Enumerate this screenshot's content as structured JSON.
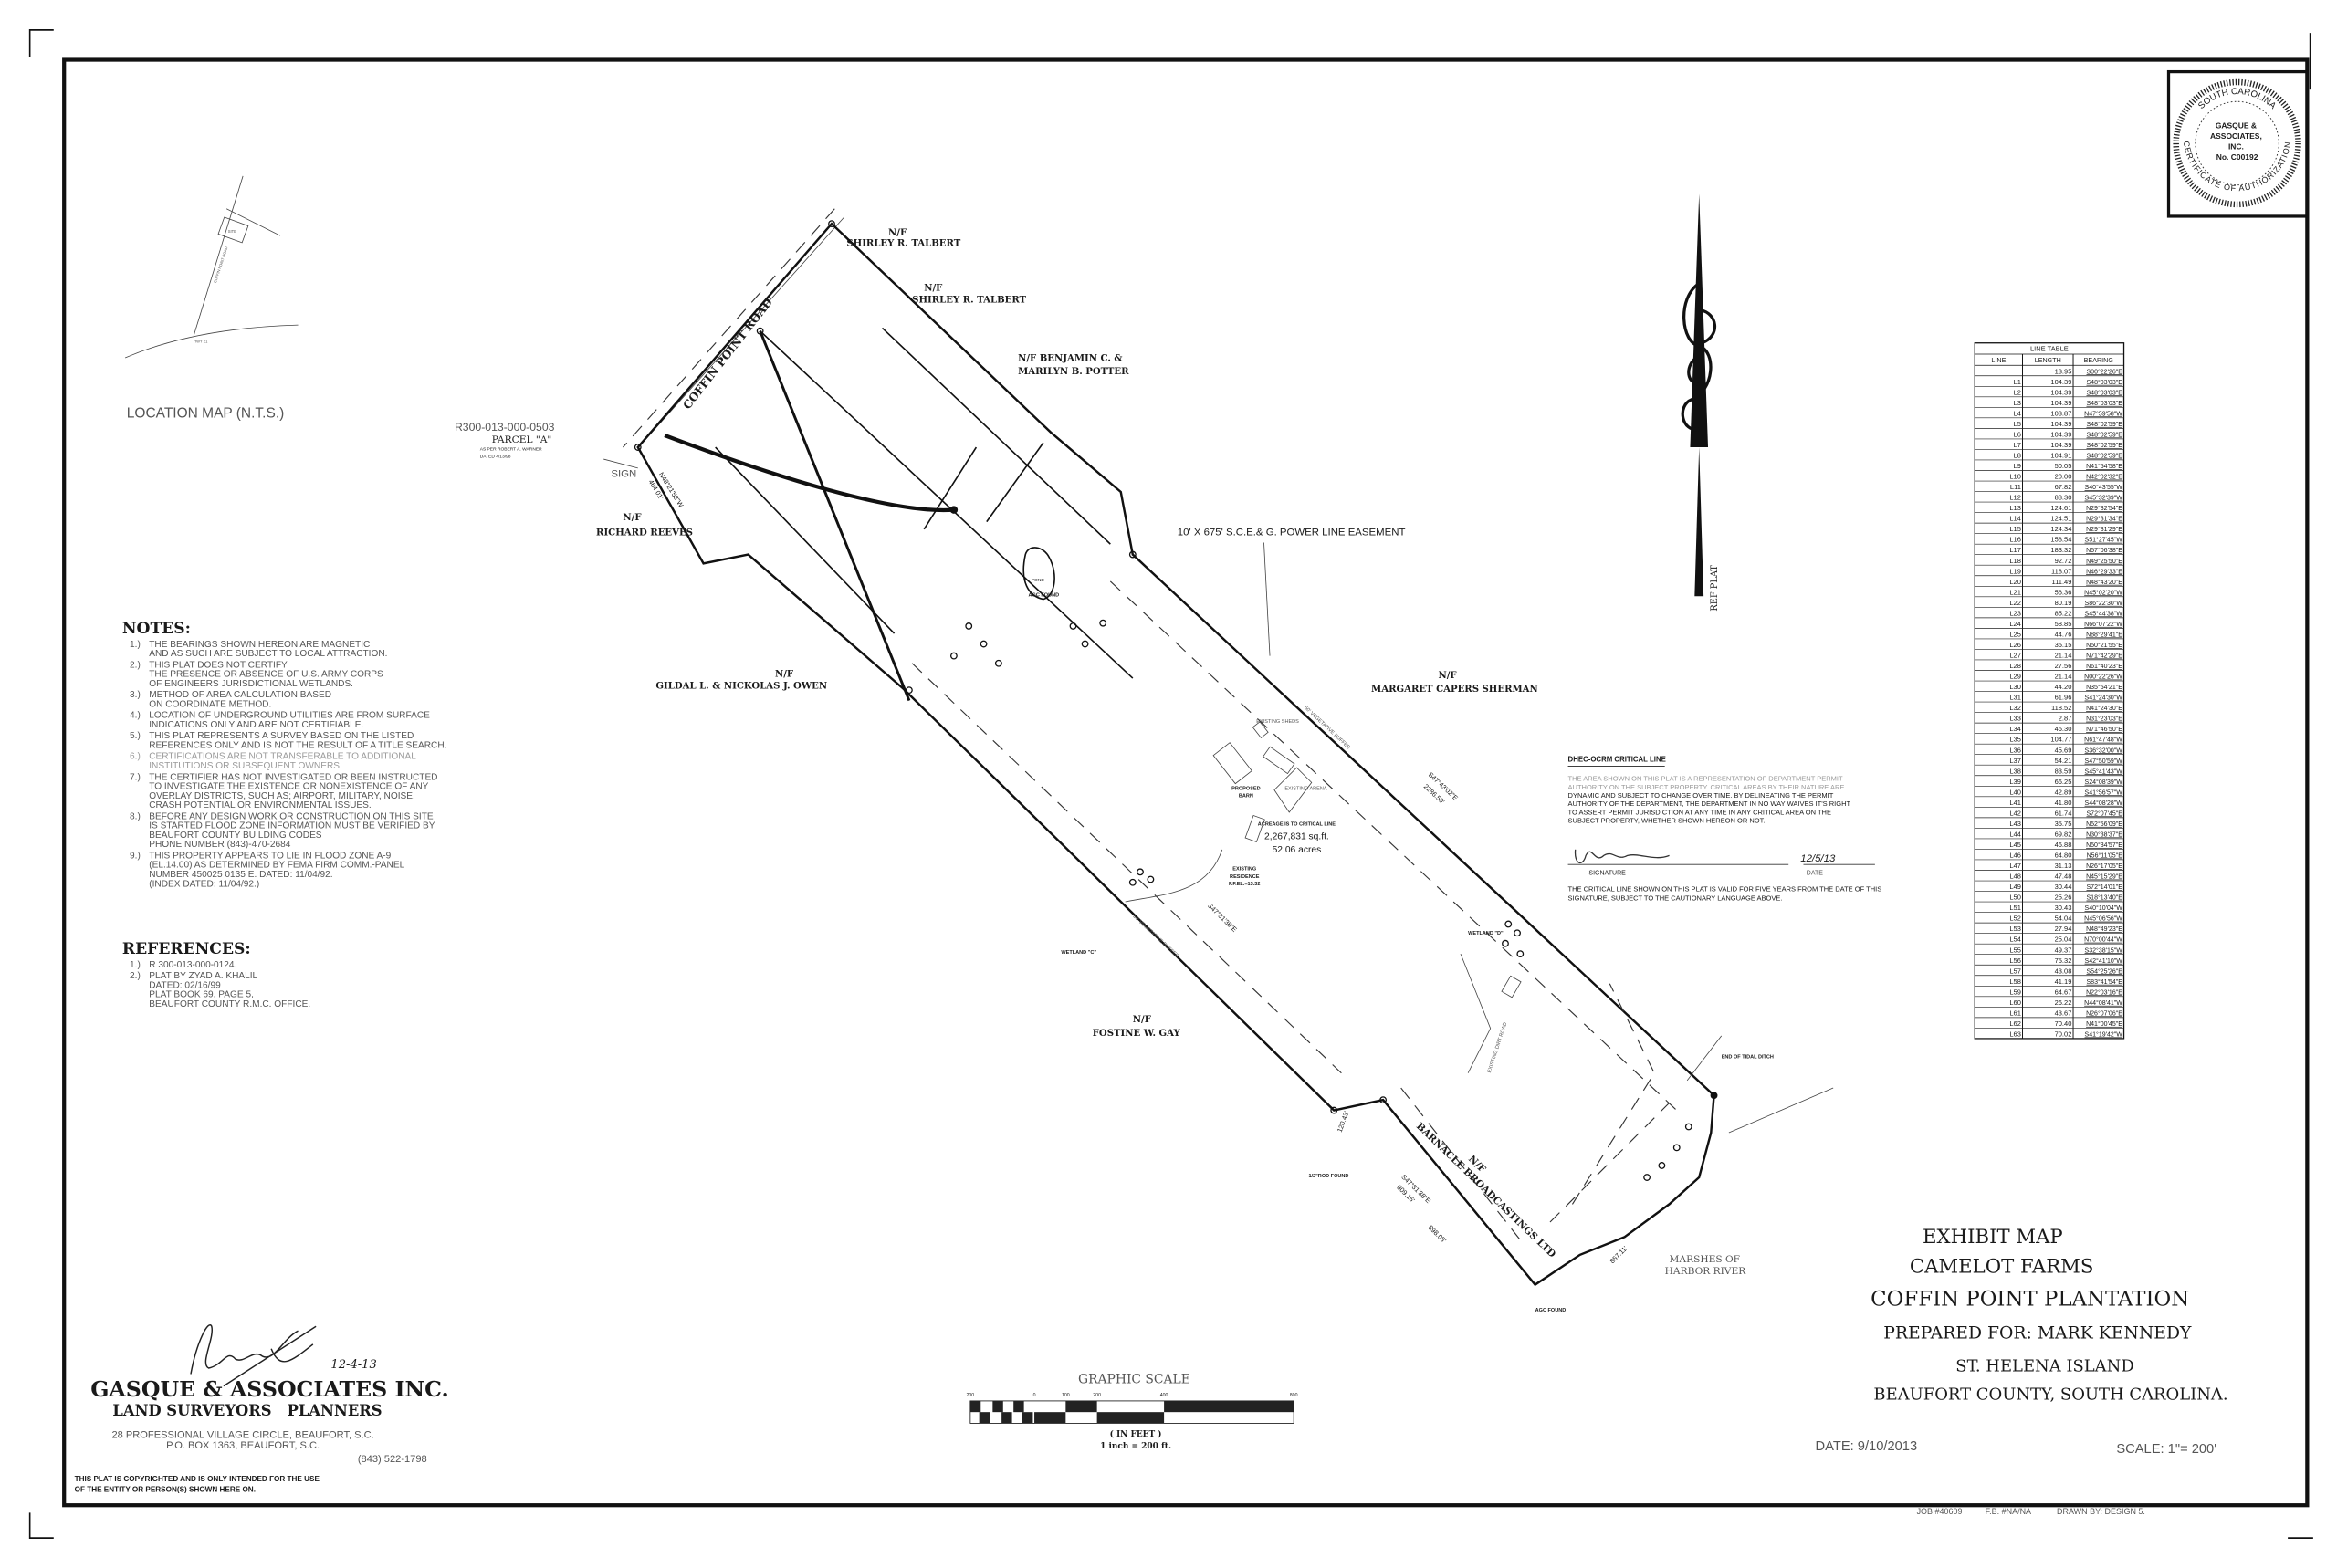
{
  "location_map": {
    "title": "LOCATION MAP (N.T.S.)",
    "road_labels": [
      "COFFIN POINT ROAD",
      "HWY 21",
      "SITE"
    ]
  },
  "seal": {
    "ring_text_top": "SOUTH CAROLINA",
    "ring_text_bottom": "CERTIFICATE OF AUTHORIZATION",
    "lines": [
      "GASQUE &",
      "ASSOCIATES,",
      "INC.",
      "No. C00192"
    ]
  },
  "notes": {
    "heading": "NOTES:",
    "items": [
      {
        "num": "1.)",
        "lines": [
          "THE BEARINGS SHOWN HEREON ARE MAGNETIC",
          "AND AS SUCH ARE SUBJECT TO LOCAL ATTRACTION."
        ]
      },
      {
        "num": "2.)",
        "lines": [
          "THIS PLAT DOES NOT CERTIFY",
          "THE PRESENCE OR ABSENCE OF U.S. ARMY CORPS",
          "OF ENGINEERS JURISDICTIONAL WETLANDS."
        ]
      },
      {
        "num": "3.)",
        "lines": [
          "METHOD OF AREA CALCULATION BASED",
          "ON COORDINATE METHOD."
        ]
      },
      {
        "num": "4.)",
        "lines": [
          "LOCATION OF UNDERGROUND UTILITIES ARE FROM SURFACE",
          "INDICATIONS ONLY AND ARE NOT CERTIFIABLE."
        ]
      },
      {
        "num": "5.)",
        "lines": [
          "THIS PLAT REPRESENTS A SURVEY BASED ON THE LISTED",
          "REFERENCES ONLY AND IS NOT THE RESULT OF A TITLE SEARCH."
        ]
      },
      {
        "num": "6.)",
        "lines": [
          "CERTIFICATIONS ARE NOT TRANSFERABLE TO ADDITIONAL",
          "INSTITUTIONS OR SUBSEQUENT OWNERS"
        ],
        "faded": true
      },
      {
        "num": "7.)",
        "lines": [
          "THE CERTIFIER HAS NOT INVESTIGATED OR BEEN INSTRUCTED",
          "TO INVESTIGATE THE EXISTENCE OR NONEXISTENCE OF ANY",
          "OVERLAY DISTRICTS, SUCH AS; AIRPORT, MILITARY, NOISE,",
          "CRASH POTENTIAL OR ENVIRONMENTAL ISSUES."
        ]
      },
      {
        "num": "8.)",
        "lines": [
          "BEFORE ANY DESIGN WORK OR CONSTRUCTION ON THIS SITE",
          "IS STARTED FLOOD ZONE INFORMATION MUST BE VERIFIED BY",
          "BEAUFORT COUNTY BUILDING CODES",
          "PHONE NUMBER (843)-470-2684"
        ]
      },
      {
        "num": "9.)",
        "lines": [
          "THIS PROPERTY APPEARS TO LIE IN FLOOD ZONE A-9",
          "(EL.14.00) AS DETERMINED BY FEMA FIRM COMM.-PANEL",
          "NUMBER 450025 0135 E. DATED: 11/04/92.",
          "(INDEX DATED: 11/04/92.)"
        ]
      }
    ]
  },
  "references": {
    "heading": "REFERENCES:",
    "items": [
      {
        "num": "1.)",
        "lines": [
          "R 300-013-000-0124."
        ]
      },
      {
        "num": "2.)",
        "lines": [
          "PLAT BY ZYAD A. KHALIL",
          "DATED: 02/16/99",
          "PLAT BOOK 69, PAGE 5,",
          "BEAUFORT COUNTY R.M.C. OFFICE."
        ]
      }
    ]
  },
  "company": {
    "signature_date": "12-4-13",
    "name": "GASQUE & ASSOCIATES INC.",
    "subtitle": "LAND SURVEYORS   PLANNERS",
    "address1": "28 PROFESSIONAL VILLAGE CIRCLE, BEAUFORT, S.C.",
    "address2": "P.O. BOX 1363, BEAUFORT, S.C.",
    "phone": "(843) 522-1798",
    "copyright1": "THIS PLAT IS COPYRIGHTED AND IS ONLY INTENDED FOR THE USE",
    "copyright2": "OF THE ENTITY OR PERSON(S) SHOWN HERE ON."
  },
  "graphic_scale": {
    "title": "GRAPHIC SCALE",
    "ticks": [
      "200",
      "0",
      "100",
      "200",
      "400",
      "800"
    ],
    "units": "( IN FEET )",
    "ratio": "1 inch = 200 ft."
  },
  "plat": {
    "road": "COFFIN POINT ROAD",
    "parcel_id": "R300-013-000-0503",
    "parcel_name": "PARCEL \"A\"",
    "parcel_note1": "AS PER ROBERT A. WARNER",
    "parcel_note2": "DATED 4/13/98",
    "sign": "SIGN",
    "easement": "10' X 675' S.C.E.& G. POWER LINE EASEMENT",
    "nf": "N/F",
    "owners": {
      "talbert1": "SHIRLEY R. TALBERT",
      "talbert2": "SHIRLEY R. TALBERT",
      "potter1": "N/F BENJAMIN C. &",
      "potter2": "MARILYN B. POTTER",
      "reeves": "RICHARD REEVES",
      "owen": "GILDAL L. & NICKOLAS J. OWEN",
      "sherman": "MARGARET CAPERS SHERMAN",
      "gay": "FOSTINE W. GAY",
      "barnacle": "BARNACLE BROADCASTINGS LTD"
    },
    "bearings": {
      "ne_bearing": "S47°43'02\"E",
      "ne_length": "2286.50'",
      "sw_bearing": "S47°31'38\"E",
      "sw_length": "809.15'",
      "reeves_bearing": "N48°21'58\"W",
      "reeves_length": "464.01'",
      "barnacle_length": "898.08'",
      "marsh_length": "857.11'",
      "jog_length": "120.43'"
    },
    "acreage_note": "ACREAGE IS TO CRITICAL LINE",
    "acreage_sqft": "2,267,831 sq.ft.",
    "acreage_acres": "52.06 acres",
    "proposed_barn": [
      "PROPOSED",
      "BARN"
    ],
    "existing_residence": [
      "EXISTING",
      "RESIDENCE",
      "F.F.EL.=13.32"
    ],
    "existing_sheds": "EXISTING SHEDS",
    "existing_arena": "EXISTING ARENA",
    "pond": "POND",
    "wetland_c": "WETLAND \"C\"",
    "wetland_d": "WETLAND \"D\"",
    "tidal_ditch": "END OF TIDAL DITCH",
    "marshes1": "MARSHES OF",
    "marshes2": "HARBOR RIVER",
    "buffer": "50' VEGETATIVE BUFFER",
    "rod_found": "1/2\"ROD FOUND",
    "agc_found": "AGC FOUND",
    "dirt_road": "EXISTING DIRT ROAD",
    "ref_plat": "REF PLAT"
  },
  "line_table": {
    "title": "LINE TABLE",
    "headers": [
      "LINE",
      "LENGTH",
      "BEARING"
    ],
    "rows": [
      [
        "",
        "13.95",
        "S00°22'26\"E"
      ],
      [
        "L1",
        "104.39",
        "S48°03'03\"E"
      ],
      [
        "L2",
        "104.39",
        "S48°03'03\"E"
      ],
      [
        "L3",
        "104.39",
        "S48°03'03\"E"
      ],
      [
        "L4",
        "103.87",
        "N47°59'58\"W"
      ],
      [
        "L5",
        "104.39",
        "S48°02'59\"E"
      ],
      [
        "L6",
        "104.39",
        "S48°02'59\"E"
      ],
      [
        "L7",
        "104.39",
        "S48°02'59\"E"
      ],
      [
        "L8",
        "104.91",
        "S48°02'59\"E"
      ],
      [
        "L9",
        "50.05",
        "N41°54'58\"E"
      ],
      [
        "L10",
        "20.00",
        "N42°02'32\"E"
      ],
      [
        "L11",
        "67.82",
        "S40°43'55\"W"
      ],
      [
        "L12",
        "88.30",
        "S45°32'39\"W"
      ],
      [
        "L13",
        "124.61",
        "N29°32'54\"E"
      ],
      [
        "L14",
        "124.51",
        "N29°31'34\"E"
      ],
      [
        "L15",
        "124.34",
        "N29°31'29\"E"
      ],
      [
        "L16",
        "158.54",
        "S51°27'45\"W"
      ],
      [
        "L17",
        "183.32",
        "N57°06'38\"E"
      ],
      [
        "L18",
        "92.72",
        "N49°25'50\"E"
      ],
      [
        "L19",
        "118.07",
        "N46°29'33\"E"
      ],
      [
        "L20",
        "111.49",
        "N48°43'20\"E"
      ],
      [
        "L21",
        "56.36",
        "N45°02'20\"W"
      ],
      [
        "L22",
        "80.19",
        "S86°22'30\"W"
      ],
      [
        "L23",
        "85.22",
        "S45°44'38\"W"
      ],
      [
        "L24",
        "58.85",
        "N66°07'22\"W"
      ],
      [
        "L25",
        "44.76",
        "N88°29'41\"E"
      ],
      [
        "L26",
        "35.15",
        "N50°21'55\"E"
      ],
      [
        "L27",
        "21.14",
        "N71°42'29\"E"
      ],
      [
        "L28",
        "27.56",
        "N61°40'23\"E"
      ],
      [
        "L29",
        "21.14",
        "N00°22'26\"W"
      ],
      [
        "L30",
        "44.20",
        "N35°54'21\"E"
      ],
      [
        "L31",
        "61.96",
        "S41°24'30\"W"
      ],
      [
        "L32",
        "118.52",
        "N41°24'30\"E"
      ],
      [
        "L33",
        "2.87",
        "N31°23'03\"E"
      ],
      [
        "L34",
        "46.30",
        "N71°46'50\"E"
      ],
      [
        "L35",
        "104.77",
        "N61°47'48\"W"
      ],
      [
        "L36",
        "45.69",
        "S36°32'00\"W"
      ],
      [
        "L37",
        "54.21",
        "S47°50'59\"W"
      ],
      [
        "L38",
        "83.59",
        "S45°41'43\"W"
      ],
      [
        "L39",
        "66.25",
        "S24°08'39\"W"
      ],
      [
        "L40",
        "42.89",
        "S41°56'57\"W"
      ],
      [
        "L41",
        "41.80",
        "S44°08'28\"W"
      ],
      [
        "L42",
        "61.74",
        "S72°07'45\"E"
      ],
      [
        "L43",
        "35.75",
        "N52°56'09\"E"
      ],
      [
        "L44",
        "69.82",
        "N30°38'37\"E"
      ],
      [
        "L45",
        "46.88",
        "N50°34'57\"E"
      ],
      [
        "L46",
        "64.80",
        "N56°11'05\"E"
      ],
      [
        "L47",
        "31.13",
        "N26°17'05\"E"
      ],
      [
        "L48",
        "47.48",
        "N45°15'29\"E"
      ],
      [
        "L49",
        "30.44",
        "S72°14'01\"E"
      ],
      [
        "L50",
        "25.26",
        "S18°13'40\"E"
      ],
      [
        "L51",
        "30.43",
        "S40°10'04\"W"
      ],
      [
        "L52",
        "54.04",
        "N45°06'56\"W"
      ],
      [
        "L53",
        "27.94",
        "N48°49'23\"E"
      ],
      [
        "L54",
        "25.04",
        "N70°00'44\"W"
      ],
      [
        "L55",
        "49.37",
        "S32°38'15\"W"
      ],
      [
        "L56",
        "75.32",
        "S42°41'10\"W"
      ],
      [
        "L57",
        "43.08",
        "S54°25'26\"E"
      ],
      [
        "L58",
        "41.19",
        "S83°41'54\"E"
      ],
      [
        "L59",
        "64.67",
        "N22°03'16\"E"
      ],
      [
        "L60",
        "26.22",
        "N44°08'41\"W"
      ],
      [
        "L61",
        "43.67",
        "N26°07'06\"E"
      ],
      [
        "L62",
        "70.40",
        "N41°00'45\"E"
      ],
      [
        "L63",
        "70.02",
        "S41°19'42\"W"
      ]
    ]
  },
  "dhec": {
    "title": "DHEC-OCRM CRITICAL LINE",
    "body": [
      "THE AREA SHOWN ON THIS PLAT IS A REPRESENTATION OF DEPARTMENT PERMIT",
      "AUTHORITY ON THE SUBJECT PROPERTY.  CRITICAL AREAS BY THEIR NATURE ARE",
      "DYNAMIC AND SUBJECT TO CHANGE OVER TIME.  BY DELINEATING THE PERMIT",
      "AUTHORITY OF THE DEPARTMENT, THE DEPARTMENT IN NO WAY WAIVES IT'S RIGHT",
      "TO ASSERT PERMIT JURISDICTION AT ANY TIME IN ANY CRITICAL AREA ON THE",
      "SUBJECT PROPERTY, WHETHER SHOWN HEREON OR NOT."
    ],
    "signature_label": "SIGNATURE",
    "date_label": "DATE",
    "date_value": "12/5/13",
    "footer": [
      "THE CRITICAL LINE SHOWN ON THIS PLAT IS VALID FOR FIVE YEARS FROM THE DATE OF THIS",
      "SIGNATURE, SUBJECT TO THE CAUTIONARY LANGUAGE ABOVE."
    ]
  },
  "title_block": {
    "line1": "EXHIBIT MAP",
    "line2": "CAMELOT FARMS",
    "line3": "COFFIN POINT PLANTATION",
    "prepared_for": "PREPARED FOR: MARK KENNEDY",
    "location1": "ST. HELENA ISLAND",
    "location2": "BEAUFORT COUNTY, SOUTH CAROLINA.",
    "date": "DATE: 9/10/2013",
    "scale": "SCALE: 1\"= 200'",
    "job": "JOB #40609",
    "fb": "F.B. #NA/NA",
    "drawn_by": "DRAWN BY: DESIGN 5."
  }
}
